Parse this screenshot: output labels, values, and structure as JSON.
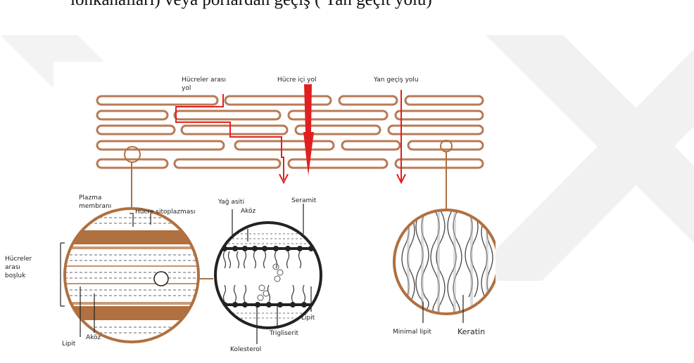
{
  "header": {
    "text": "ionkanalları) veya porlardan geçiş ( Yan geçit yolu)"
  },
  "diagram": {
    "pathway_labels": {
      "intercellular": "Hücreler arası yol",
      "intracellular": "Hücre içi yol",
      "side": "Yan geçiş yolu"
    },
    "left_detail": {
      "plasma_membrane": "Plazma membranı",
      "cytoplasm": "Hücre sitoplazması",
      "intercellular_space": "Hücreler arası boşluk",
      "lipid": "Lipit",
      "aqueous": "Aköz"
    },
    "middle_detail": {
      "fatty_acid": "Yağ asiti",
      "aqueous": "Aköz",
      "ceramide": "Seramit",
      "lipid": "Lipit",
      "cholesterol": "Kolesterol",
      "triglyceride": "Trigliserit"
    },
    "right_detail": {
      "minimal_lipid": "Minimal lipit",
      "keratin": "Keratin"
    },
    "colors": {
      "cell_outline": "#b87a56",
      "cell_band": "#b07040",
      "pathway_arrow": "#e02020",
      "dark": "#222222",
      "watermark": "#f2f2f2"
    }
  }
}
